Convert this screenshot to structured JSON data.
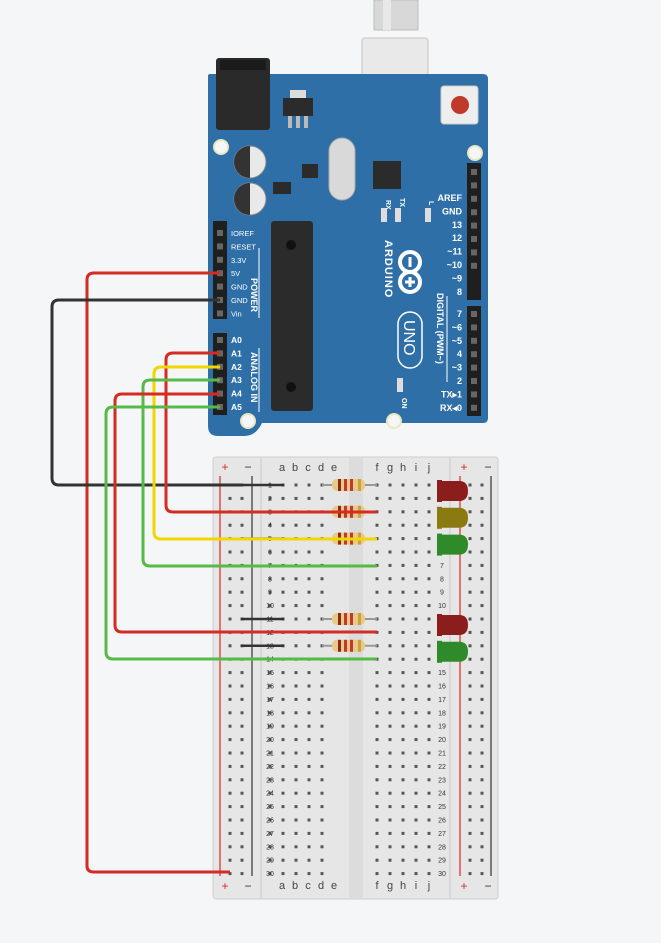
{
  "colors": {
    "board": "#2f6fa7",
    "board_dark": "#23598a",
    "wire_red": "#d42b22",
    "wire_black": "#333333",
    "wire_yellow": "#f2d600",
    "wire_green": "#57b947",
    "led_red": "#8c1d1d",
    "led_yellow": "#8b7a12",
    "led_green": "#2f8a2a",
    "breadboard": "#e6e6e6"
  },
  "arduino": {
    "brand": "ARDUINO",
    "model": "UNO",
    "power_header": [
      "IOREF",
      "RESET",
      "3.3V",
      "5V",
      "GND",
      "GND",
      "Vin"
    ],
    "power_title": "POWER",
    "analog_header": [
      "A0",
      "A1",
      "A2",
      "A3",
      "A4",
      "A5"
    ],
    "analog_title": "ANALOG IN",
    "digital_top": [
      "AREF",
      "GND",
      "13",
      "12",
      "~11",
      "~10",
      "~9",
      "8"
    ],
    "digital_bottom": [
      "7",
      "~6",
      "~5",
      "4",
      "~3",
      "2",
      "TX▸1",
      "RX◂0"
    ],
    "digital_title": "DIGITAL (PWM~)",
    "leds": [
      "RX",
      "TX",
      "L"
    ],
    "on_label": "ON"
  },
  "breadboard": {
    "columns_left": [
      "a",
      "b",
      "c",
      "d",
      "e"
    ],
    "columns_right": [
      "f",
      "g",
      "h",
      "i",
      "j"
    ],
    "rows": [
      "1",
      "2",
      "3",
      "4",
      "5",
      "6",
      "7",
      "8",
      "9",
      "10",
      "11",
      "12",
      "13",
      "14",
      "15",
      "16",
      "17",
      "18",
      "19",
      "20",
      "21",
      "22",
      "23",
      "24",
      "25",
      "26",
      "27",
      "28",
      "29",
      "30"
    ],
    "plus": "+",
    "minus": "−"
  }
}
